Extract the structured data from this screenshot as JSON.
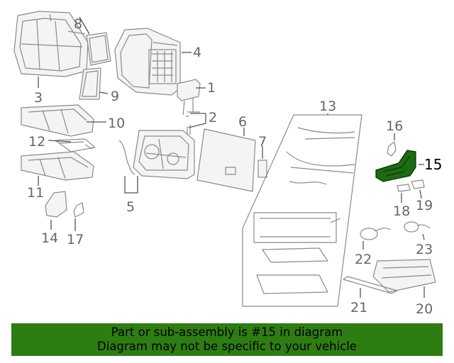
{
  "callouts": [
    {
      "id": "1",
      "label": "1"
    },
    {
      "id": "2",
      "label": "2"
    },
    {
      "id": "3",
      "label": "3"
    },
    {
      "id": "4",
      "label": "4"
    },
    {
      "id": "5",
      "label": "5"
    },
    {
      "id": "6",
      "label": "6"
    },
    {
      "id": "7",
      "label": "7"
    },
    {
      "id": "8",
      "label": "8"
    },
    {
      "id": "9",
      "label": "9"
    },
    {
      "id": "10",
      "label": "10"
    },
    {
      "id": "11",
      "label": "11"
    },
    {
      "id": "12",
      "label": "12"
    },
    {
      "id": "13",
      "label": "13"
    },
    {
      "id": "14",
      "label": "14"
    },
    {
      "id": "15",
      "label": "15",
      "highlighted": true
    },
    {
      "id": "16",
      "label": "16"
    },
    {
      "id": "17",
      "label": "17"
    },
    {
      "id": "18",
      "label": "18"
    },
    {
      "id": "19",
      "label": "19"
    },
    {
      "id": "20",
      "label": "20"
    },
    {
      "id": "21",
      "label": "21"
    },
    {
      "id": "22",
      "label": "22"
    },
    {
      "id": "23",
      "label": "23"
    }
  ],
  "banner": {
    "line1": "Part or sub-assembly is #15 in diagram",
    "line2": "Diagram may not be specific to your vehicle"
  },
  "colors": {
    "banner_bg": "#2e7d12",
    "highlight_part": "#1c6b14",
    "line_art": "#8a8a8a"
  }
}
